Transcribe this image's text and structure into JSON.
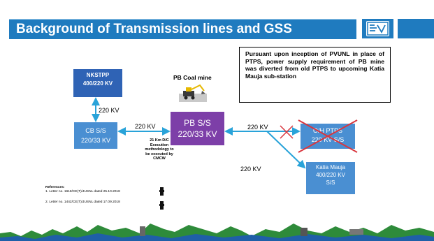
{
  "header": {
    "title": "Background of Transmission lines and GSS",
    "logo_icon": "jusnl-logo-icon"
  },
  "nodes": {
    "nkstpp": {
      "name": "NKSTPP",
      "rating": "400/220 KV"
    },
    "cb_ss": {
      "name": "CB S/S",
      "rating": "220/33 KV"
    },
    "pb_ss": {
      "name": "PB S/S",
      "rating": "220/33 KV"
    },
    "oh_ptps": {
      "name": "O/H PTPS",
      "rating": "220 KV S/S"
    },
    "katia": {
      "name": "Katia Mauja",
      "rating": "400/220 KV",
      "suffix": "S/S"
    }
  },
  "labels": {
    "coal_mine": "PB Coal mine",
    "kv_vertical": "220 KV",
    "kv_cb_pb": "220 KV",
    "kv_pb_ptps": "220 KV",
    "kv_katia": "220 KV"
  },
  "execution_note": "21 Km D/C Execution methodology to be executed by CMCW",
  "note_box": "Pursuant upon inception of PVUNL in place of PTPS, power supply requirement of PB mine was diverted from old PTPS to upcoming Katia Mauja sub-station",
  "references": {
    "heading": "References",
    "items": [
      "1.     Letter no. 1618/CE(T)/JUSNL dated 25.10.2018",
      "2.     Letter no. 1442/CE(T)/JUSNL dated 17.09.2018"
    ]
  },
  "colors": {
    "title_bar": "#1f7bbf",
    "node_dark": "#2f63b5",
    "node_light": "#4a8fd2",
    "node_purple": "#7d3fa8",
    "connector": "#29a3d9",
    "cross": "#d9363e"
  }
}
